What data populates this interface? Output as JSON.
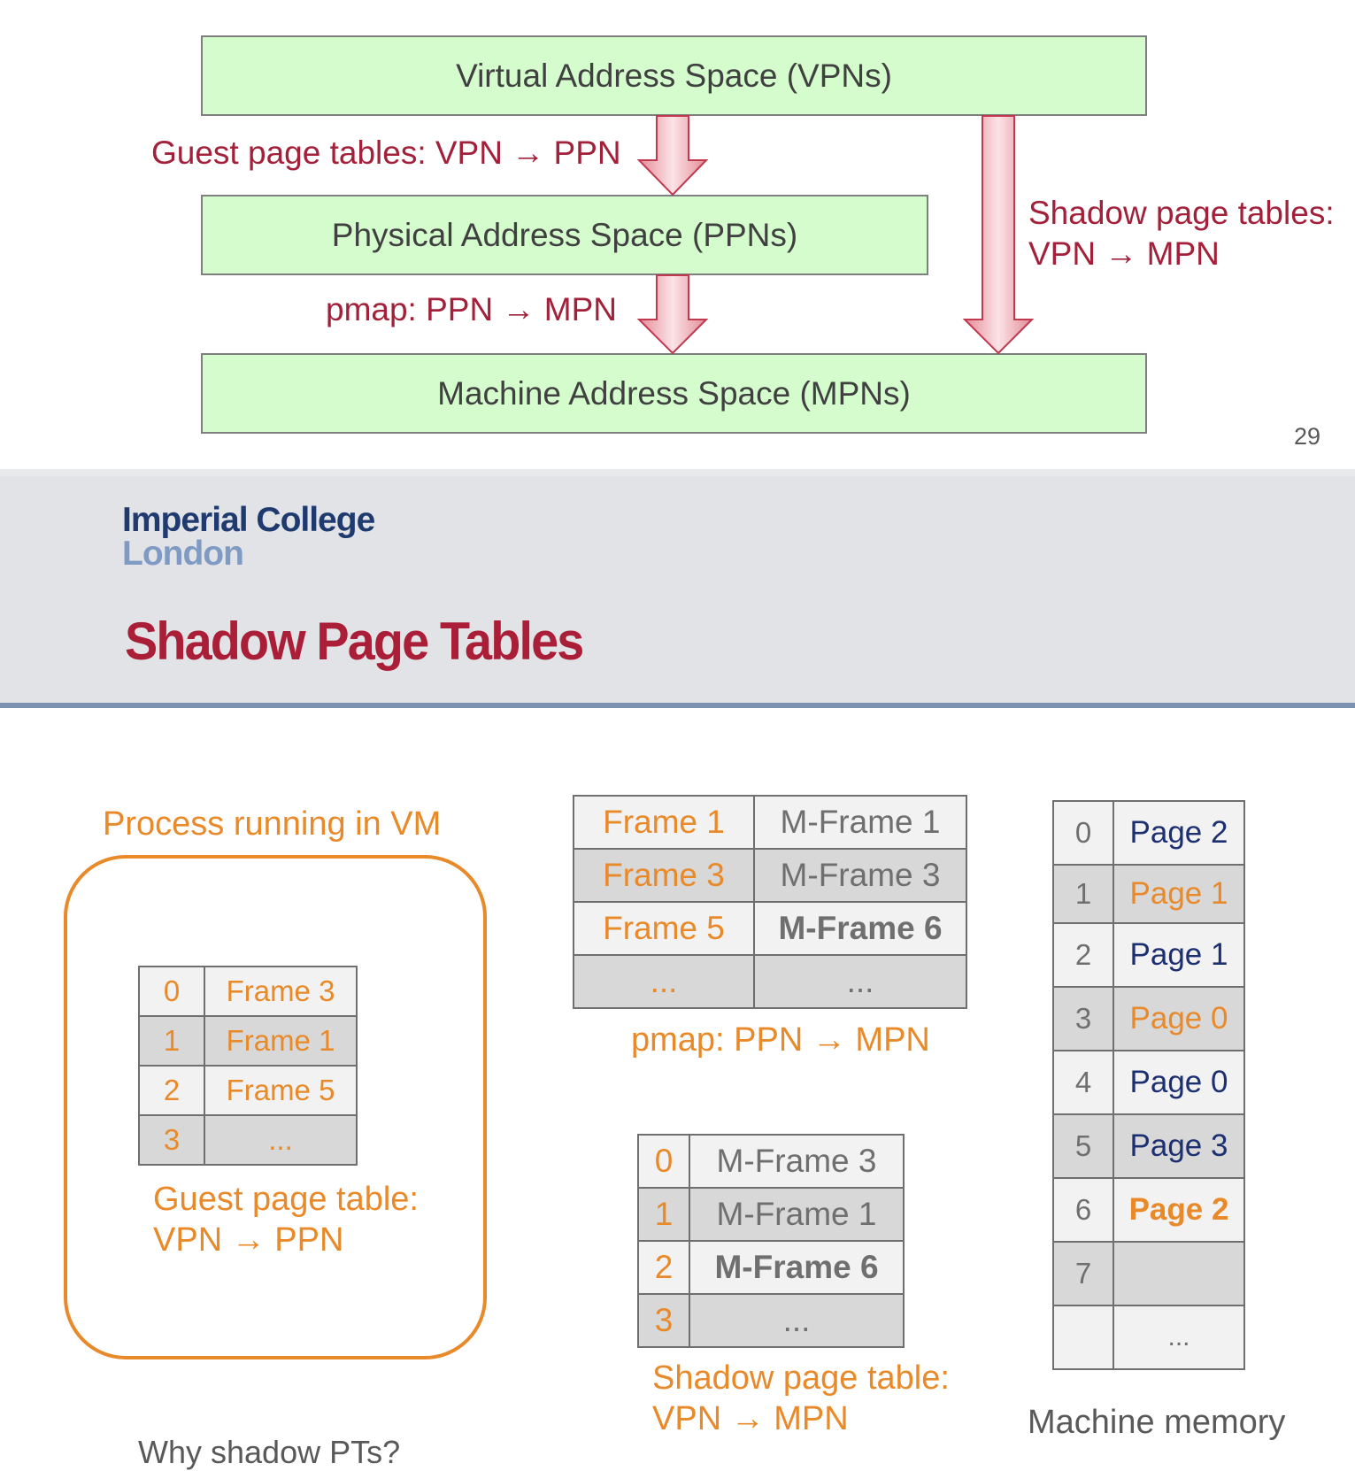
{
  "top_slide": {
    "virtual_box": "Virtual Address Space (VPNs)",
    "physical_box": "Physical Address Space (PPNs)",
    "machine_box": "Machine Address Space (MPNs)",
    "guest_pt_label": "Guest page tables: VPN → PPN",
    "pmap_label": "pmap: PPN → MPN",
    "shadow_label_line1": "Shadow page tables:",
    "shadow_label_line2": "VPN → MPN",
    "slide_number": "29"
  },
  "header": {
    "logo_line1": "Imperial College",
    "logo_line2": "London",
    "title": "Shadow Page Tables"
  },
  "vm": {
    "label": "Process running in VM",
    "guest_table": [
      {
        "vpn": "0",
        "frame": "Frame 3"
      },
      {
        "vpn": "1",
        "frame": "Frame 1"
      },
      {
        "vpn": "2",
        "frame": "Frame 5"
      },
      {
        "vpn": "3",
        "frame": "..."
      }
    ],
    "caption_line1": "Guest page table:",
    "caption_line2": "VPN → PPN"
  },
  "pmap": {
    "rows": [
      {
        "frame": "Frame 1",
        "mframe": "M-Frame 1"
      },
      {
        "frame": "Frame 3",
        "mframe": "M-Frame 3"
      },
      {
        "frame": "Frame 5",
        "mframe": "M-Frame 6"
      },
      {
        "frame": "...",
        "mframe": "..."
      }
    ],
    "caption": "pmap: PPN → MPN"
  },
  "shadow": {
    "rows": [
      {
        "vpn": "0",
        "mframe": "M-Frame 3"
      },
      {
        "vpn": "1",
        "mframe": "M-Frame 1"
      },
      {
        "vpn": "2",
        "mframe": "M-Frame 6"
      },
      {
        "vpn": "3",
        "mframe": "..."
      }
    ],
    "caption_line1": "Shadow page table:",
    "caption_line2": "VPN → MPN"
  },
  "machine_memory": {
    "rows": [
      {
        "index": "0",
        "page": "Page 2"
      },
      {
        "index": "1",
        "page": "Page 1"
      },
      {
        "index": "2",
        "page": "Page 1"
      },
      {
        "index": "3",
        "page": "Page 0"
      },
      {
        "index": "4",
        "page": "Page 0"
      },
      {
        "index": "5",
        "page": "Page 3"
      },
      {
        "index": "6",
        "page": "Page 2"
      },
      {
        "index": "7",
        "page": ""
      },
      {
        "index": "",
        "page": "..."
      }
    ],
    "caption": "Machine memory"
  },
  "footer_partial": "Why shadow PTs?",
  "colors": {
    "box_fill": "#d4fccc",
    "arrow_red": "#a3203a",
    "orange": "#e8892a",
    "title_red": "#aa1f37",
    "navy": "#1c2f70"
  }
}
